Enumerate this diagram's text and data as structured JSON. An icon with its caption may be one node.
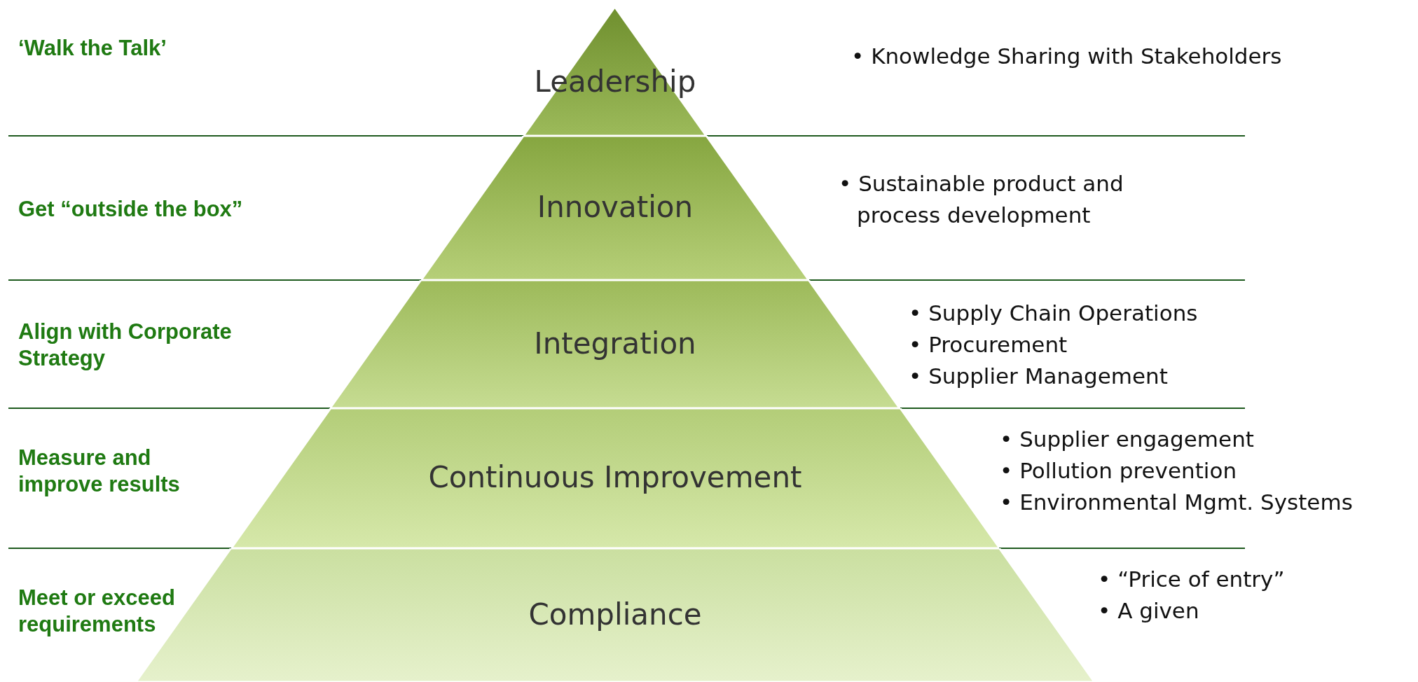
{
  "diagram": {
    "nodes": [
      {
        "text": [
          "Leadership"
        ]
      },
      {
        "text": [
          "Innovation"
        ]
      },
      {
        "text": [
          "Integration"
        ]
      },
      {
        "text": [
          "Continuous Improvement"
        ]
      },
      {
        "text": [
          "Compliance"
        ]
      }
    ],
    "labels": [
      "‘Walk the Talk’",
      "• Knowledge Sharing with Stakeholders",
      "Get “outside the box”",
      "• Sustainable product and process development",
      "Align with Corporate Strategy",
      "• Supply Chain Operations",
      "• Procurement",
      "• Supplier Management",
      "Measure and improve results",
      "• Supplier engagement",
      "• Pollution prevention",
      "• Environmental Mgmt. Systems",
      "Meet or exceed requirements",
      "• “Price of entry”",
      "• A given"
    ]
  }
}
